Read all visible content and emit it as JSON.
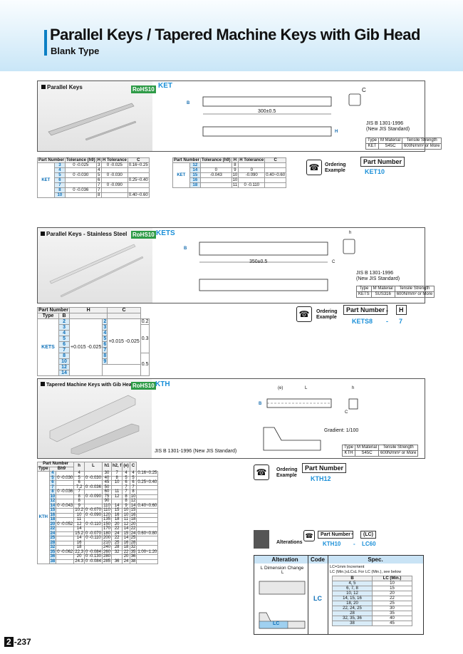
{
  "title": "Parallel Keys / Tapered Machine Keys with Gib Head",
  "subtitle": "Blank Type",
  "rohs": "RoHS10",
  "page_number": "237",
  "page_prefix": "2",
  "sections": {
    "ket": {
      "label": "Parallel Keys",
      "code": "KET",
      "std1": "JIS B 1301-1996",
      "std2": "(New JIS Standard)",
      "spec_headers": [
        "Type",
        "M Material",
        "Tensile Strength"
      ],
      "spec_row": [
        "KET",
        "S45C",
        "600N/mm² or More"
      ],
      "dims": {
        "length": "300±0.5",
        "c": "C",
        "b": "B",
        "h": "H"
      },
      "ordering_label": "Ordering Example",
      "part_number_label": "Part Number",
      "example": "KET10"
    },
    "kets": {
      "label": "Parallel Keys - Stainless Steel",
      "code": "KETS",
      "std1": "JIS B 1301-1996",
      "std2": "(New JIS Standard)",
      "spec_headers": [
        "Type",
        "M Material",
        "Tensile Strength"
      ],
      "spec_row": [
        "KETS",
        "SUS316",
        "600N/mm² or More"
      ],
      "dims": {
        "length": "350±0.5",
        "c": "C",
        "h": "h",
        "b": "B"
      },
      "ordering_label": "Ordering Example",
      "part_number_label": "Part Number",
      "h_label": "H",
      "example_a": "KETS8",
      "example_b": "7",
      "dash": "-"
    },
    "kth": {
      "label": "Tapered Machine Keys with Gib Head",
      "code": "KTH",
      "std": "JIS B 1301-1996 (New JIS Standard)",
      "spec_headers": [
        "Type",
        "M Material",
        "Tensile Strength"
      ],
      "spec_row": [
        "KTH",
        "S45C",
        "600N/mm² or More"
      ],
      "gradient": "Gradient: 1/100",
      "dims": {
        "L": "L",
        "e": "(e)",
        "c": "C",
        "h": "h",
        "b": "B"
      },
      "ordering_label": "Ordering Example",
      "part_number_label": "Part Number",
      "example": "KTH12"
    },
    "alterations": {
      "label": "Alterations",
      "part_number_label": "Part Number",
      "lc_label": "(LC)",
      "dash": "-",
      "example_a": "KTH10",
      "example_b": "LC60",
      "headers": [
        "Alteration",
        "Code",
        "Spec."
      ],
      "change_title": "L Dimension Change",
      "code": "LC",
      "l": "L",
      "lc": "LC",
      "spec_lines": [
        "LC=1mm Increment",
        "LC (Min.)≤LC≤L     For LC (Min.), see below"
      ],
      "spec_headers": [
        "B",
        "LC (Min.)"
      ],
      "rows": [
        [
          "4, 5",
          "10"
        ],
        [
          "6, 7, 8",
          "15"
        ],
        [
          "10, 12",
          "20"
        ],
        [
          "14, 15, 16",
          "22"
        ],
        [
          "18, 20",
          "25"
        ],
        [
          "22, 24, 25",
          "30"
        ],
        [
          "28",
          "35"
        ],
        [
          "32, 35, 36",
          "40"
        ],
        [
          "38",
          "45"
        ]
      ]
    }
  },
  "tables": {
    "ket1": {
      "headers": [
        "Part Number",
        "Tolerance (h9)",
        "H",
        "H Tolerance",
        "C"
      ],
      "type": "KET",
      "rows": [
        [
          "3",
          "0 -0.025",
          "3",
          "0 -0.025",
          "0.16~0.25"
        ],
        [
          "4",
          "",
          "4",
          "",
          ""
        ],
        [
          "5",
          "0 -0.030",
          "5",
          "0 -0.030",
          ""
        ],
        [
          "6",
          "",
          "6",
          "",
          "0.25~0.40"
        ],
        [
          "7",
          "",
          "7",
          "0 -0.090",
          ""
        ],
        [
          "8",
          "0 -0.036",
          "7",
          "",
          ""
        ],
        [
          "10",
          "",
          "8",
          "",
          "0.40~0.60"
        ]
      ]
    },
    "ket2": {
      "headers": [
        "Part Number",
        "Tolerance (h9)",
        "H",
        "H Tolerance",
        "C"
      ],
      "type": "KET",
      "rows": [
        [
          "12",
          "",
          "8",
          "",
          ""
        ],
        [
          "14",
          "0",
          "9",
          "0",
          ""
        ],
        [
          "15",
          "-0.043",
          "10",
          "-0.090",
          "0.40~0.60"
        ],
        [
          "16",
          "",
          "10",
          "",
          ""
        ],
        [
          "18",
          "",
          "11",
          "0 -0.110",
          ""
        ]
      ]
    },
    "kets": {
      "headers": [
        "Part Number",
        "Type",
        "B",
        "H",
        "C"
      ],
      "type": "KETS",
      "b_tol": "+0.015 -0.025",
      "h_tol": "+0.015 -0.025",
      "b": [
        "2",
        "3",
        "4",
        "5",
        "6",
        "7",
        "8",
        "10",
        "12",
        "14"
      ],
      "h": [
        "2",
        "3",
        "4",
        "5",
        "6",
        "7",
        "8",
        "9"
      ],
      "c": [
        "0.2",
        "0.3",
        "0.5"
      ]
    },
    "kth": {
      "headers": [
        "Part Number",
        "Type",
        "Bh9",
        "h",
        "L",
        "h1",
        "h2, f",
        "(e)",
        "C"
      ],
      "type": "KTH",
      "rows": [
        [
          "4",
          "",
          "4",
          "",
          "30",
          "7",
          "4",
          "4",
          "0.16~0.25"
        ],
        [
          "5",
          "0 -0.030",
          "5",
          "0 -0.030",
          "40",
          "8",
          "5",
          "5",
          ""
        ],
        [
          "6",
          "",
          "6",
          "",
          "45",
          "10",
          "6",
          "6",
          "0.25~0.40"
        ],
        [
          "7",
          "",
          "7.2",
          "0 -0.036",
          "50",
          "",
          "7",
          "7",
          ""
        ],
        [
          "8",
          "0 -0.036",
          "7",
          "",
          "60",
          "11",
          "7",
          "8",
          ""
        ],
        [
          "10",
          "",
          "8",
          "0 -0.090",
          "75",
          "12",
          "8",
          "10",
          ""
        ],
        [
          "12",
          "",
          "8",
          "",
          "90",
          "",
          "8",
          "12",
          ""
        ],
        [
          "14",
          "0 -0.043",
          "9",
          "",
          "110",
          "14",
          "9",
          "14",
          "0.40~0.60"
        ],
        [
          "15",
          "",
          "10.2",
          "0 -0.070",
          "110",
          "15",
          "10",
          "15",
          ""
        ],
        [
          "16",
          "",
          "10",
          "0 -0.090",
          "120",
          "16",
          "10",
          "16",
          ""
        ],
        [
          "18",
          "",
          "11",
          "",
          "135",
          "18",
          "11",
          "18",
          ""
        ],
        [
          "20",
          "0 -0.052",
          "12",
          "0 -0.110",
          "150",
          "20",
          "12",
          "20",
          ""
        ],
        [
          "22",
          "",
          "14",
          "",
          "170",
          "22",
          "14",
          "22",
          ""
        ],
        [
          "24",
          "",
          "15.2",
          "0 -0.070",
          "180",
          "24",
          "15",
          "24",
          "0.60~0.80"
        ],
        [
          "25",
          "",
          "14",
          "0 -0.110",
          "200",
          "22",
          "14",
          "25",
          ""
        ],
        [
          "28",
          "",
          "16",
          "",
          "210",
          "25",
          "16",
          "28",
          ""
        ],
        [
          "32",
          "",
          "18",
          "",
          "240",
          "28",
          "18",
          "32",
          ""
        ],
        [
          "35",
          "0 -0.062",
          "22.3",
          "0 -0.084",
          "260",
          "32",
          "22",
          "35",
          "1.00~1.20"
        ],
        [
          "36",
          "",
          "20",
          "0 -0.130",
          "280",
          "",
          "20",
          "36",
          ""
        ],
        [
          "38",
          "",
          "24.3",
          "0 -0.084",
          "285",
          "36",
          "24",
          "38",
          ""
        ]
      ]
    }
  }
}
